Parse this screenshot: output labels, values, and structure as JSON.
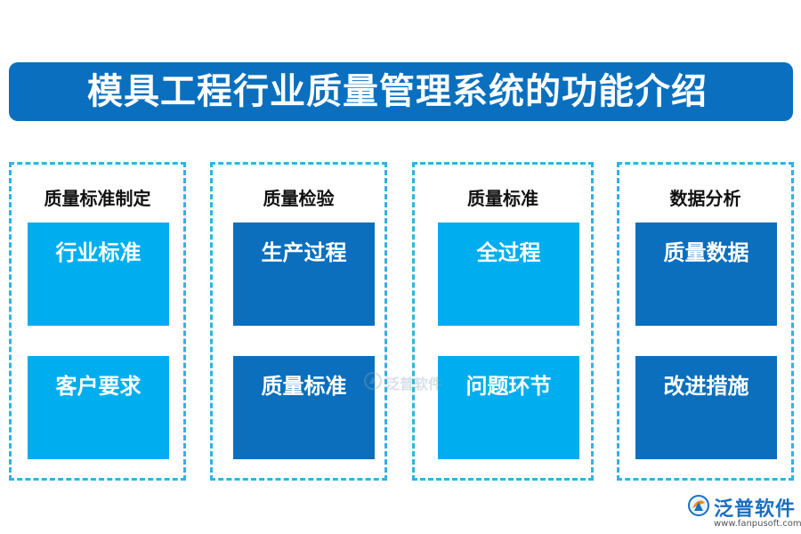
{
  "title": "模具工程行业质量管理系统的功能介绍",
  "colors": {
    "banner": "#0a6fbe",
    "light_box": "#00aeef",
    "dark_box": "#0b6fbd",
    "dashed_border": "#2fb3e6"
  },
  "columns": [
    {
      "heading": "质量标准制定",
      "items": [
        {
          "label": "行业标准",
          "color": "#00aeef"
        },
        {
          "label": "客户要求",
          "color": "#00aeef"
        }
      ]
    },
    {
      "heading": "质量检验",
      "items": [
        {
          "label": "生产过程",
          "color": "#0b6fbd"
        },
        {
          "label": "质量标准",
          "color": "#0b6fbd"
        }
      ]
    },
    {
      "heading": "质量标准",
      "items": [
        {
          "label": "全过程",
          "color": "#00aeef"
        },
        {
          "label": "问题环节",
          "color": "#00aeef"
        }
      ]
    },
    {
      "heading": "数据分析",
      "items": [
        {
          "label": "质量数据",
          "color": "#0b6fbd"
        },
        {
          "label": "改进措施",
          "color": "#0b6fbd"
        }
      ]
    }
  ],
  "watermark": {
    "text": "泛普软件"
  },
  "brand": {
    "name": "泛普软件",
    "url": "www.fanpusoft.com"
  }
}
